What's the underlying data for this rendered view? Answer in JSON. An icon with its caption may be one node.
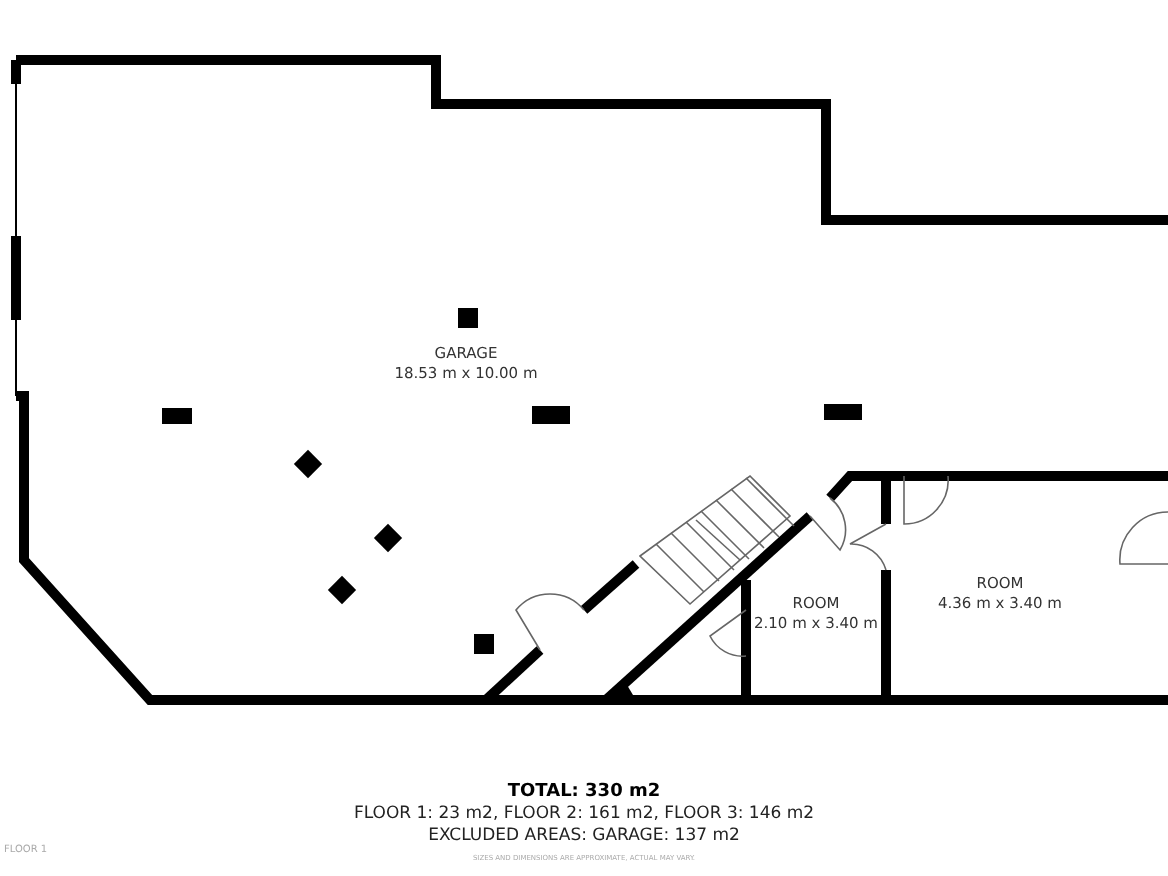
{
  "diagram": {
    "title": "TOTAL: 330 m2",
    "nodes": [
      {
        "text": [
          "GARAGE",
          "18.53 m x 10.00 m"
        ]
      },
      {
        "text": [
          "ROOM",
          "2.10 m x 3.40 m"
        ]
      },
      {
        "text": [
          "ROOM",
          "4.36 m x 3.40 m"
        ]
      }
    ],
    "labels": [
      "FLOOR 1: 23 m2, FLOOR 2: 161 m2, FLOOR 3: 146 m2",
      "EXCLUDED AREAS: GARAGE: 137 m2",
      "FLOOR 1",
      "SIZES AND DIMENSIONS ARE APPROXIMATE, ACTUAL MAY VARY."
    ]
  }
}
